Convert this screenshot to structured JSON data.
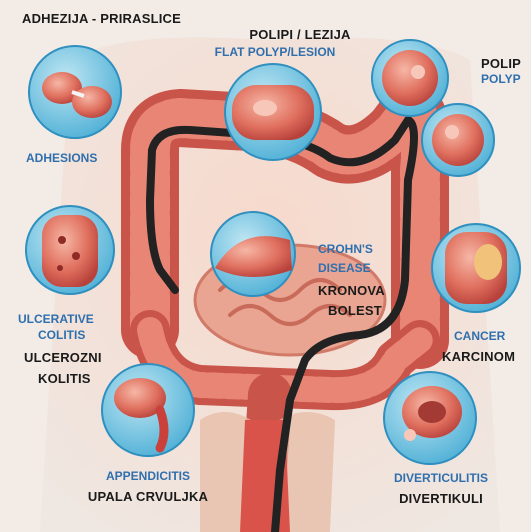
{
  "labels": {
    "adhesions_hr": "ADHEZIJA - PRIRASLICE",
    "adhesions_en": "ADHESIONS",
    "polyps_hr": "POLIPI / LEZIJA",
    "polyps_en": "FLAT POLYP/LESION",
    "polyp_hr": "POLIP",
    "polyp_en": "POLYP",
    "colitis_en_1": "ULCERATIVE",
    "colitis_en_2": "COLITIS",
    "colitis_hr_1": "ULCEROZNI",
    "colitis_hr_2": "KOLITIS",
    "crohns_en_1": "CROHN'S",
    "crohns_en_2": "DISEASE",
    "crohns_hr_1": "KRONOVA",
    "crohns_hr_2": "BOLEST",
    "cancer_en": "CANCER",
    "cancer_hr": "KARCINOM",
    "appendicitis_en": "APPENDICITIS",
    "appendicitis_hr": "UPALA CRVULJKA",
    "diverticulitis_en": "DIVERTICULITIS",
    "diverticulitis_hr": "DIVERTIKULI"
  },
  "colors": {
    "background": "#f3ece6",
    "tissue": "#d9534a",
    "tissue_light": "#f0a08f",
    "circle_bg": "#6fc0dd",
    "circle_border": "#2f8fbf",
    "scope": "#222222",
    "label_dark": "#1a1a1a",
    "label_blue": "#2f6fae"
  }
}
